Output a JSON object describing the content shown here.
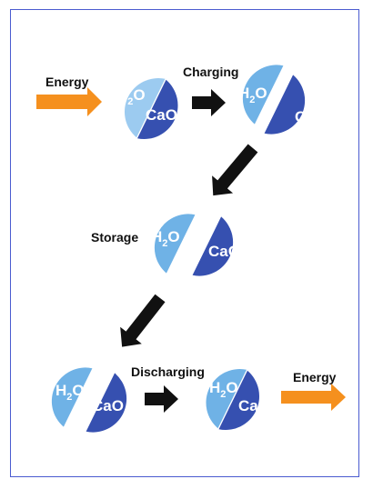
{
  "colors": {
    "h2o_fill": "#6fb2e6",
    "h2o_light_fill": "#9ccbf0",
    "cao_fill": "#3650b0",
    "energy_arrow": "#f5901e",
    "process_arrow": "#111111",
    "frame_border": "#4a5bd0"
  },
  "labels": {
    "energy_in": "Energy",
    "charging": "Charging",
    "storage": "Storage",
    "discharging": "Discharging",
    "energy_out": "Energy"
  },
  "chemicals": {
    "water_main": "H",
    "water_sub": "2",
    "water_tail": "O",
    "oxide": "CaO"
  },
  "stages": [
    {
      "name": "combined-initial",
      "state": "joined"
    },
    {
      "name": "charged",
      "state": "separated"
    },
    {
      "name": "stored",
      "state": "separated"
    },
    {
      "name": "pre-discharge",
      "state": "separated"
    },
    {
      "name": "discharged",
      "state": "joined"
    }
  ]
}
